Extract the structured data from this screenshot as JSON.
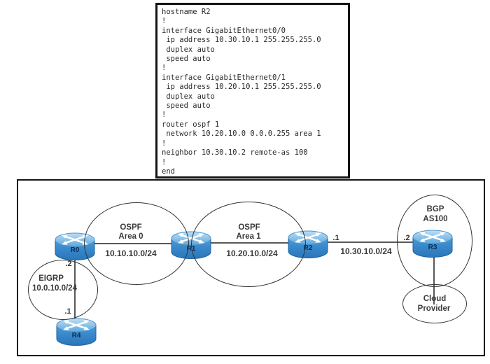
{
  "config_panel": {
    "lines": [
      "hostname R2",
      "!",
      "interface GigabitEthernet0/0",
      " ip address 10.30.10.1 255.255.255.0",
      " duplex auto",
      " speed auto",
      "!",
      "interface GigabitEthernet0/1",
      " ip address 10.20.10.1 255.255.255.0",
      " duplex auto",
      " speed auto",
      "!",
      "router ospf 1",
      " network 10.20.10.0 0.0.0.255 area 1",
      "!",
      "neighbor 10.30.10.2 remote-as 100",
      "!",
      "end"
    ]
  },
  "diagram": {
    "routers": [
      {
        "label": "R0"
      },
      {
        "label": "R1"
      },
      {
        "label": "R2"
      },
      {
        "label": "R3"
      },
      {
        "label": "R4"
      }
    ],
    "ospf_area0": {
      "protocol": "OSPF",
      "area": "Area 0",
      "network": "10.10.10.0/24"
    },
    "ospf_area1": {
      "protocol": "OSPF",
      "area": "Area 1",
      "network": "10.20.10.0/24"
    },
    "eigrp": {
      "protocol": "EIGRP",
      "network": "10.0.10.0/24"
    },
    "bgp": {
      "protocol": "BGP",
      "as_number": "AS100"
    },
    "wan_link": {
      "network": "10.30.10.0/24"
    },
    "cloud": {
      "line1": "Cloud",
      "line2": "Provider"
    },
    "interface_labels": {
      "r0_to_r4": ".2",
      "r4_to_r0": ".1",
      "r2_to_r3": ".1",
      "r3_to_r2": ".2"
    }
  },
  "colors": {
    "router_body": "#3585c8",
    "router_top": "#9ccbed",
    "link_line": "#595959",
    "bubble_stroke": "#333333",
    "frame_border": "#141414",
    "label_text": "#3a3a3a"
  }
}
